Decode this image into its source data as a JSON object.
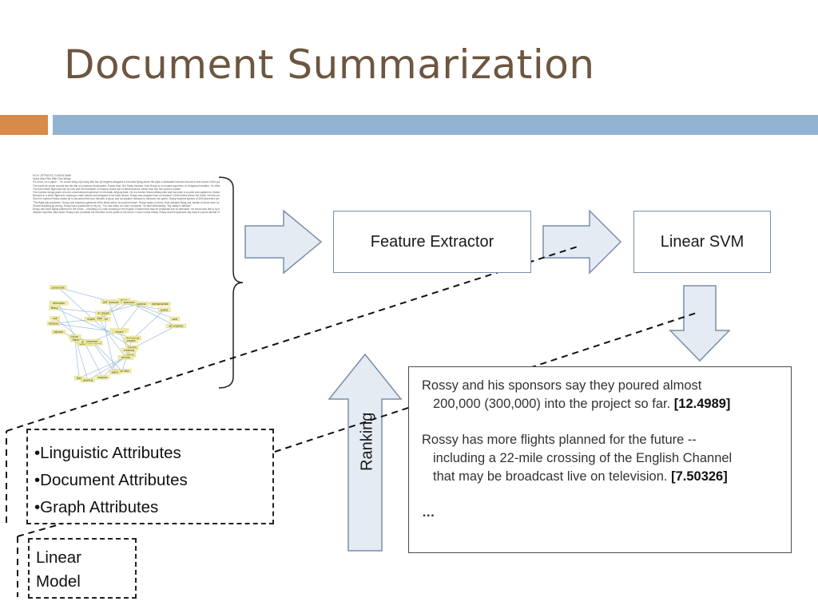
{
  "slide": {
    "title": "Document Summarization",
    "accent_color": "#d88a4a",
    "band_color": "#92b3d2",
    "title_color": "#6d5640"
  },
  "document_thumbnail": {
    "lines": [
      "HOLY JETPACKS, FUSION MAN!",
      "Swiss Man Flies With Own Wings",
      "It's a bird, it's a plane ... it's a man living a jet-wing with four jet engines strapped to his back flying above the Alps! A dedicated inventor has set a new record of the powered jet-wing flight.",
      "The name he chose sounds like the title of a summer blockbuster: Fusion Man. But Swiss inventor Yves Rossy is no mutant superhero or Hollywood creation. On Wednesday, he jumped out of a plane above the border of Bex and took flight using a jetpack he created.",
      "The five-minute flight saw him fly solo and the revelation of Rossy's crowd and of aerial devices, which took him five years to create.",
      "The inventor brings years of more conventional experience to his death-defying feats. He is a former Swiss military pilot and has been a co-pilot and captain for Switzerland's now-national airlines, Swissair and Swiss.",
      "Dressed in a silver flight suit, wearing a crash helmet and strapped to his back device, Rossy was dropped from an airplane 2,348 meters above the Earth. He first unfolded the flight, eight-foot wings strapped to his back, then fired up his four jets engines originally intended for power model aircraft.",
      "Once he opened Rossy nearly up to document this four minutes of glory, and an airplane followed to measure his speed. Rossy reached speeds of 300 kilometers per hour (186 miles per hour).",
      "\"The flight was excellent,\" Rossy told reporters gathered at the fields where he touched down. Rossy wears a heavy, heat-resistant flying suit, similar to those worn by race car drivers and firefighters, to protect himself from the jet engines' exhaust.",
      "Should anything go wrong, Rossy has a parachute to rely on. \"I've had many 'oh-noes' moments,\" he said Wednesday. \"My safety is attitude.\"",
      "Rossy has more flights planned for the future -- including a 22-mile crossing of the English Channel that may be broadcast live on television. He would also like to fly through the Grand Canyon some day.",
      "Jetpack hopefuls, take heart: Rossy even promised his invention to the public in the future. It won't come cheap. Rossy and his sponsors say they've poured almost 200,000 (300,000) into the project so far."
    ],
    "graph_labels": [
      "regulators",
      "sanctioned",
      "gathered",
      "shook",
      "remove",
      "demonstrate",
      "wearing",
      "English Channel",
      "Hollywood",
      "Swiss",
      "flight",
      "Fusion Man",
      "Rossy",
      "said",
      "Wednesday",
      "minutes",
      "speeds",
      "jetpack",
      "inventor",
      "engines",
      "parachute",
      "record",
      "pilot",
      "exhaust",
      "airlines",
      "suit",
      "public",
      "Bex",
      "Alps",
      "project",
      "future",
      "sponsors",
      "plans",
      "television",
      "jet engines",
      "invention",
      "dream",
      "crossing"
    ]
  },
  "diagram": {
    "feature_extractor": "Feature Extractor",
    "linear_svm": "Linear SVM",
    "ranking": "Ranking"
  },
  "results": {
    "item1": {
      "line1": "Rossy and his sponsors say they poured almost",
      "line2": "200,000 (300,000) into the project so far. ",
      "score": "[12.4989]"
    },
    "item2": {
      "line1": "Rossy has more flights planned for the future --",
      "line2": "including a 22-mile crossing of the English Channel",
      "line3": "that may be broadcast live on television. ",
      "score": "[7.50326]"
    },
    "ellipsis": "…"
  },
  "attributes": {
    "items": [
      "•Linguistic Attributes",
      "•Document Attributes",
      "•Graph Attributes"
    ]
  },
  "linear_model": {
    "line1": "Linear",
    "line2": "Model"
  }
}
